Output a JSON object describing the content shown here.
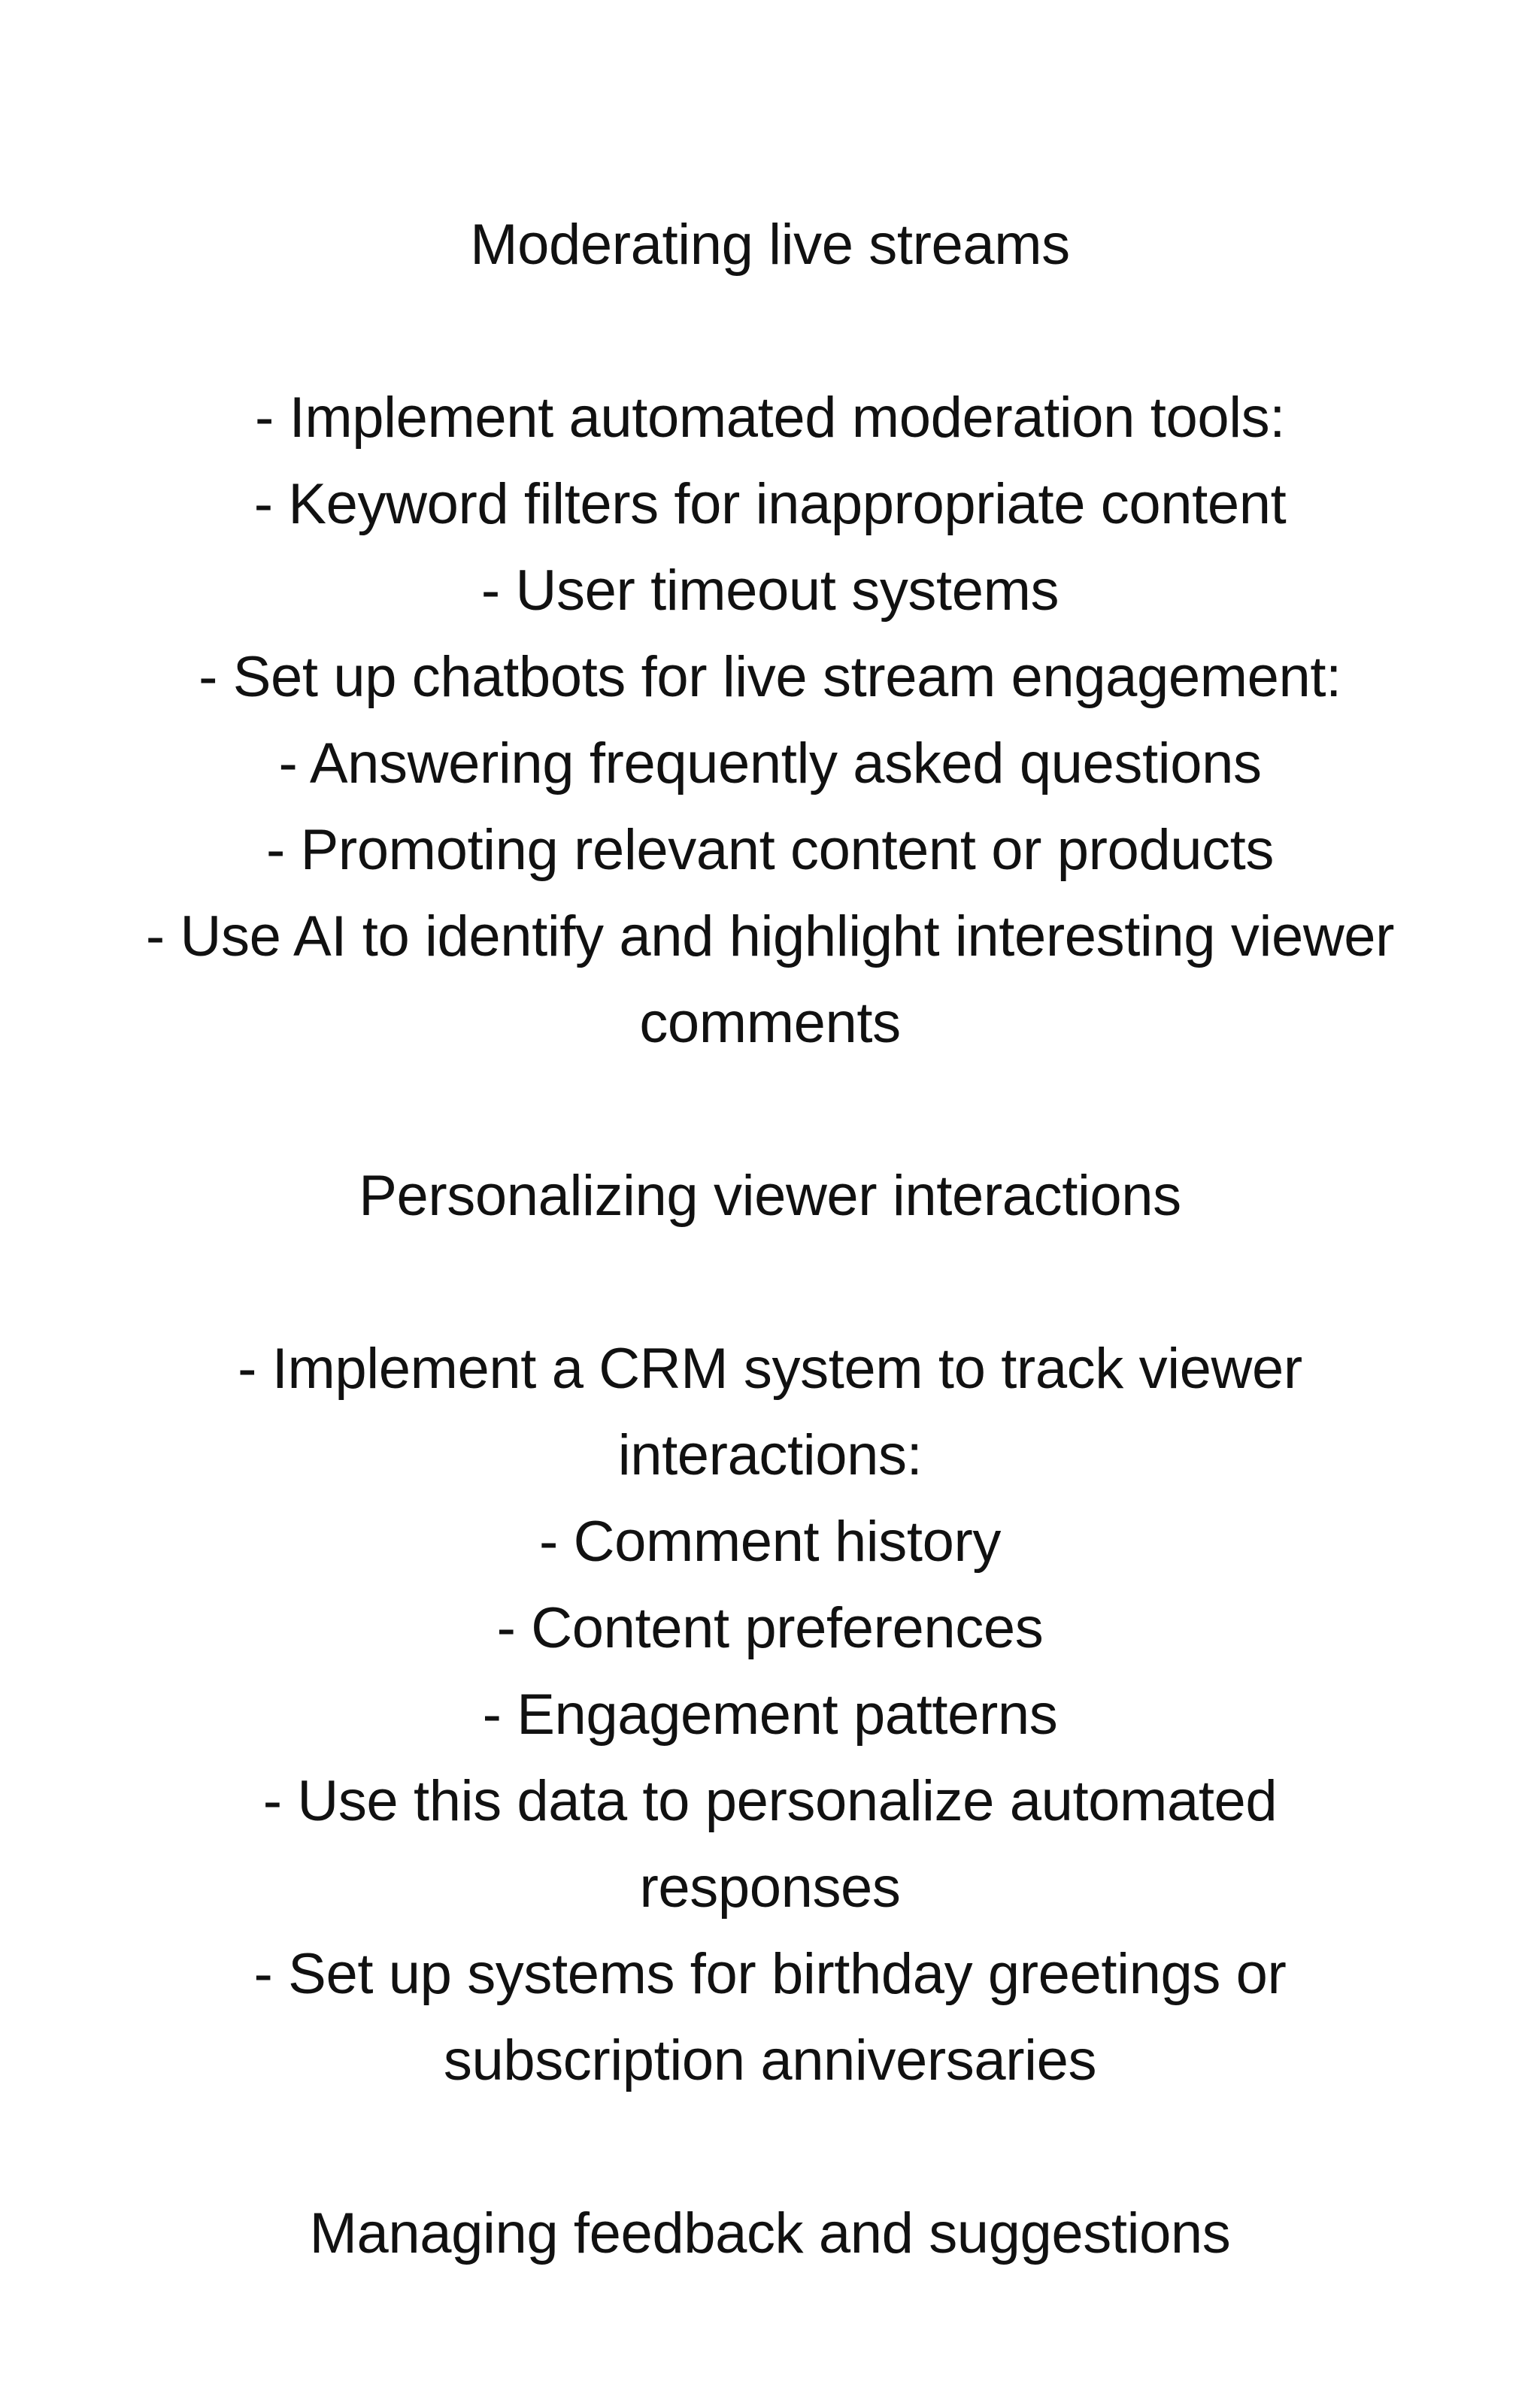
{
  "document": {
    "background_color": "#ffffff",
    "text_color": "#111111",
    "lines": [
      {
        "id": "l1",
        "kind": "heading",
        "text": "Moderating live streams"
      },
      {
        "id": "l2",
        "kind": "blank",
        "text": " "
      },
      {
        "id": "l3",
        "kind": "bullet",
        "text": "- Implement automated moderation tools:"
      },
      {
        "id": "l4",
        "kind": "bullet",
        "text": "- Keyword filters for inappropriate content"
      },
      {
        "id": "l5",
        "kind": "bullet",
        "text": "- User timeout systems"
      },
      {
        "id": "l6",
        "kind": "bullet",
        "text": "- Set up chatbots for live stream engagement:"
      },
      {
        "id": "l7",
        "kind": "bullet",
        "text": "- Answering frequently asked questions"
      },
      {
        "id": "l8",
        "kind": "bullet",
        "text": "- Promoting relevant content or products"
      },
      {
        "id": "l9",
        "kind": "overflow",
        "text": "- Use AI to identify and highlight interesting viewer"
      },
      {
        "id": "l10",
        "kind": "cont",
        "text": "comments"
      },
      {
        "id": "l11",
        "kind": "blank",
        "text": " "
      },
      {
        "id": "l12",
        "kind": "heading",
        "text": "Personalizing viewer interactions"
      },
      {
        "id": "l13",
        "kind": "blank",
        "text": " "
      },
      {
        "id": "l14",
        "kind": "bullet",
        "text": "- Implement a CRM system to track viewer"
      },
      {
        "id": "l15",
        "kind": "cont",
        "text": "interactions:"
      },
      {
        "id": "l16",
        "kind": "bullet",
        "text": "- Comment history"
      },
      {
        "id": "l17",
        "kind": "bullet",
        "text": "- Content preferences"
      },
      {
        "id": "l18",
        "kind": "bullet",
        "text": "- Engagement patterns"
      },
      {
        "id": "l19",
        "kind": "bullet",
        "text": "- Use this data to personalize automated"
      },
      {
        "id": "l20",
        "kind": "cont",
        "text": "responses"
      },
      {
        "id": "l21",
        "kind": "bullet",
        "text": "- Set up systems for birthday greetings or"
      },
      {
        "id": "l22",
        "kind": "cont",
        "text": "subscription anniversaries"
      },
      {
        "id": "l23",
        "kind": "blank",
        "text": " "
      },
      {
        "id": "l24",
        "kind": "heading",
        "text": "Managing feedback and suggestions"
      }
    ]
  }
}
